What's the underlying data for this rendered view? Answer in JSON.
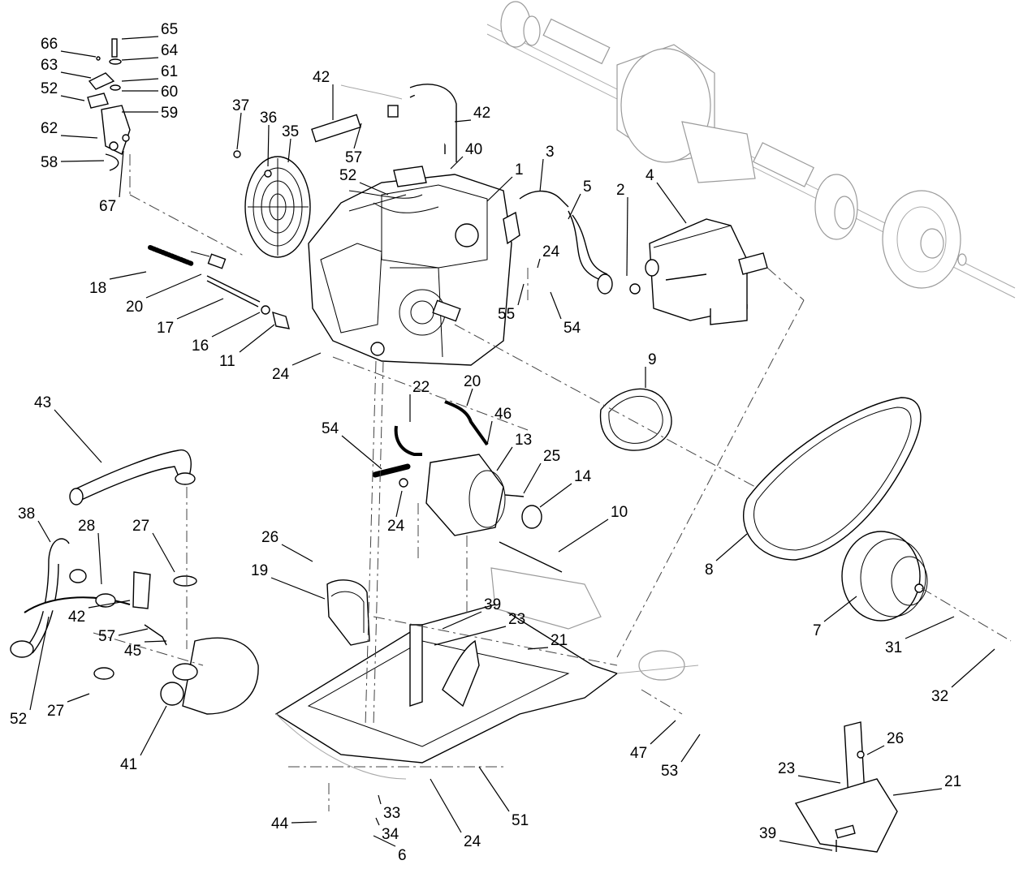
{
  "diagram": {
    "callouts": [
      {
        "label": "65"
      },
      {
        "label": "66"
      },
      {
        "label": "64"
      },
      {
        "label": "63"
      },
      {
        "label": "61"
      },
      {
        "label": "52"
      },
      {
        "label": "60"
      },
      {
        "label": "59"
      },
      {
        "label": "62"
      },
      {
        "label": "58"
      },
      {
        "label": "67"
      },
      {
        "label": "42"
      },
      {
        "label": "42"
      },
      {
        "label": "37"
      },
      {
        "label": "36"
      },
      {
        "label": "35"
      },
      {
        "label": "57"
      },
      {
        "label": "40"
      },
      {
        "label": "3"
      },
      {
        "label": "52"
      },
      {
        "label": "1"
      },
      {
        "label": "5"
      },
      {
        "label": "2"
      },
      {
        "label": "4"
      },
      {
        "label": "24"
      },
      {
        "label": "55"
      },
      {
        "label": "54"
      },
      {
        "label": "18"
      },
      {
        "label": "20"
      },
      {
        "label": "17"
      },
      {
        "label": "16"
      },
      {
        "label": "11"
      },
      {
        "label": "24"
      },
      {
        "label": "9"
      },
      {
        "label": "22"
      },
      {
        "label": "20"
      },
      {
        "label": "43"
      },
      {
        "label": "46"
      },
      {
        "label": "54"
      },
      {
        "label": "13"
      },
      {
        "label": "25"
      },
      {
        "label": "14"
      },
      {
        "label": "24"
      },
      {
        "label": "10"
      },
      {
        "label": "38"
      },
      {
        "label": "28"
      },
      {
        "label": "27"
      },
      {
        "label": "26"
      },
      {
        "label": "8"
      },
      {
        "label": "19"
      },
      {
        "label": "39"
      },
      {
        "label": "23"
      },
      {
        "label": "21"
      },
      {
        "label": "7"
      },
      {
        "label": "42"
      },
      {
        "label": "57"
      },
      {
        "label": "45"
      },
      {
        "label": "31"
      },
      {
        "label": "32"
      },
      {
        "label": "52"
      },
      {
        "label": "27"
      },
      {
        "label": "41"
      },
      {
        "label": "47"
      },
      {
        "label": "53"
      },
      {
        "label": "26"
      },
      {
        "label": "23"
      },
      {
        "label": "21"
      },
      {
        "label": "51"
      },
      {
        "label": "33"
      },
      {
        "label": "44"
      },
      {
        "label": "34"
      },
      {
        "label": "24"
      },
      {
        "label": "39"
      },
      {
        "label": "6"
      }
    ]
  }
}
